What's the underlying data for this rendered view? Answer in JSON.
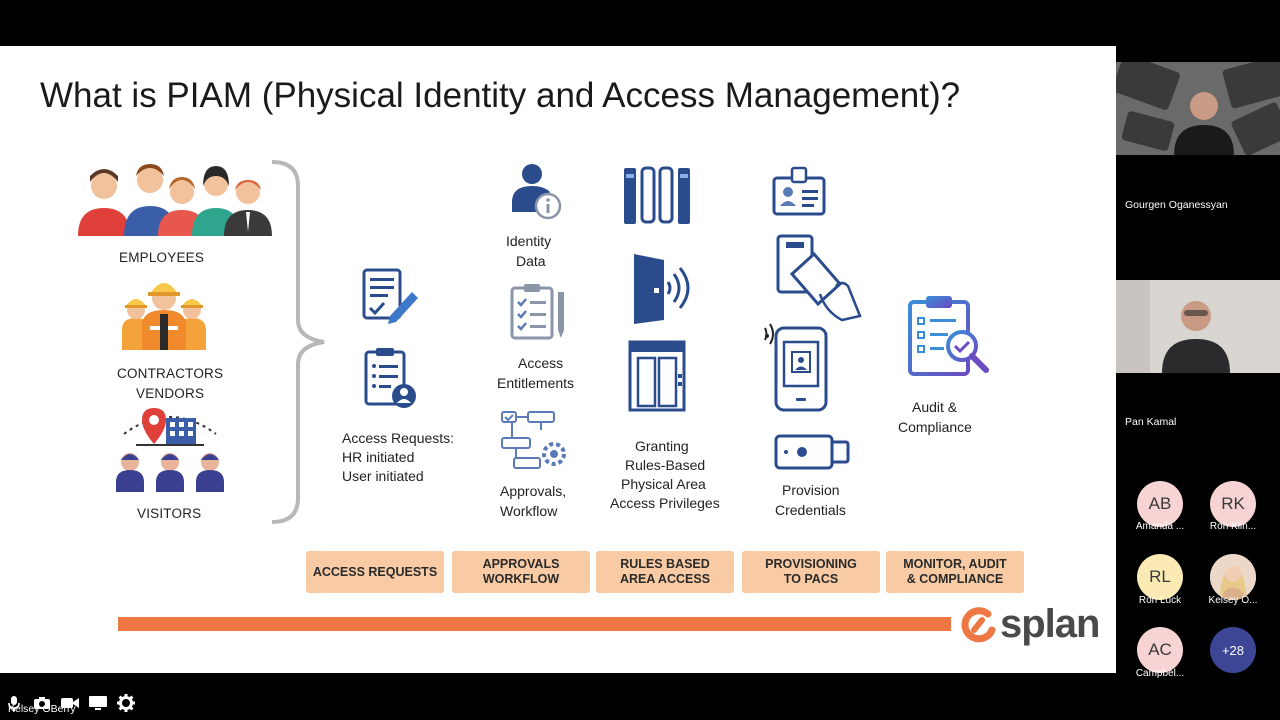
{
  "slide": {
    "title": "What is PIAM (Physical Identity and Access Management)?",
    "groups": {
      "employees": "EMPLOYEES",
      "contractors": "CONTRACTORS",
      "vendors": "VENDORS",
      "visitors": "VISITORS"
    },
    "access_requests": {
      "line1": "Access Requests:",
      "line2": "HR initiated",
      "line3": "User initiated"
    },
    "identity_data": {
      "line1": "Identity",
      "line2": "Data"
    },
    "access_entitlements": {
      "line1": "Access",
      "line2": "Entitlements"
    },
    "approvals": {
      "line1": "Approvals,",
      "line2": "Workflow"
    },
    "granting": {
      "line1": "Granting",
      "line2": "Rules-Based",
      "line3": "Physical Area",
      "line4": "Access Privileges"
    },
    "provision": {
      "line1": "Provision",
      "line2": "Credentials"
    },
    "audit": {
      "line1": "Audit &",
      "line2": "Compliance"
    },
    "stages": [
      "ACCESS REQUESTS",
      "APPROVALS\nWORKFLOW",
      "RULES BASED\nAREA ACCESS",
      "PROVISIONING\nTO PACS",
      "MONITOR, AUDIT\n& COMPLIANCE"
    ],
    "logo_text": "splan",
    "colors": {
      "accent": "#ef7744",
      "stage_bg": "#f8cba5",
      "icon_blue": "#2b4c8c"
    }
  },
  "participants": {
    "video": [
      {
        "name": "Gourgen Oganessyan"
      },
      {
        "name": "Pan Kamal"
      }
    ],
    "avatars": [
      {
        "initials": "AB",
        "name": "Amanda ..."
      },
      {
        "initials": "RK",
        "name": "Ron Klin..."
      },
      {
        "initials": "RL",
        "name": "Ron Luck"
      },
      {
        "initials": "",
        "name": "Kelsey O..."
      },
      {
        "initials": "AC",
        "name": "Campbel..."
      },
      {
        "initials": "+28",
        "name": ""
      }
    ]
  },
  "toolbar": {
    "self_name": "Kelsey OBerry",
    "buttons": [
      "mic-icon",
      "camera-icon",
      "video-icon",
      "screen-share-icon",
      "gear-icon"
    ]
  }
}
